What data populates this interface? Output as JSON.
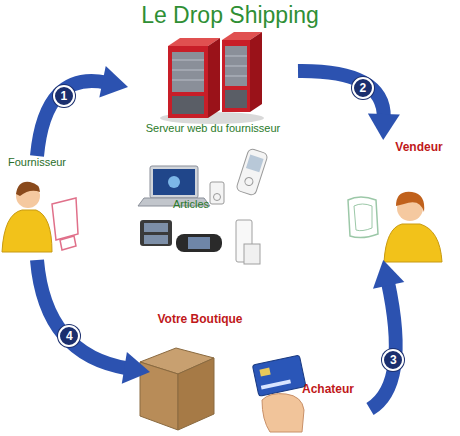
{
  "diagram": {
    "title": "Le Drop Shipping",
    "nodes": [
      {
        "text": [
          "Fournisseur"
        ]
      },
      {
        "text": [
          "Serveur web du fournisseur"
        ]
      },
      {
        "text": [
          "Vendeur"
        ]
      },
      {
        "text": [
          "Articles"
        ]
      },
      {
        "text": [
          "Votre Boutique"
        ]
      },
      {
        "text": [
          "Achateur"
        ]
      }
    ],
    "edges": [
      {
        "from": 0,
        "to": 1,
        "arrow": "to",
        "label": "1"
      },
      {
        "from": 1,
        "to": 2,
        "arrow": "to",
        "label": "2"
      },
      {
        "from": 5,
        "to": 2,
        "arrow": "to",
        "label": "3"
      },
      {
        "from": 0,
        "to": 4,
        "arrow": "to",
        "label": "4"
      }
    ]
  }
}
